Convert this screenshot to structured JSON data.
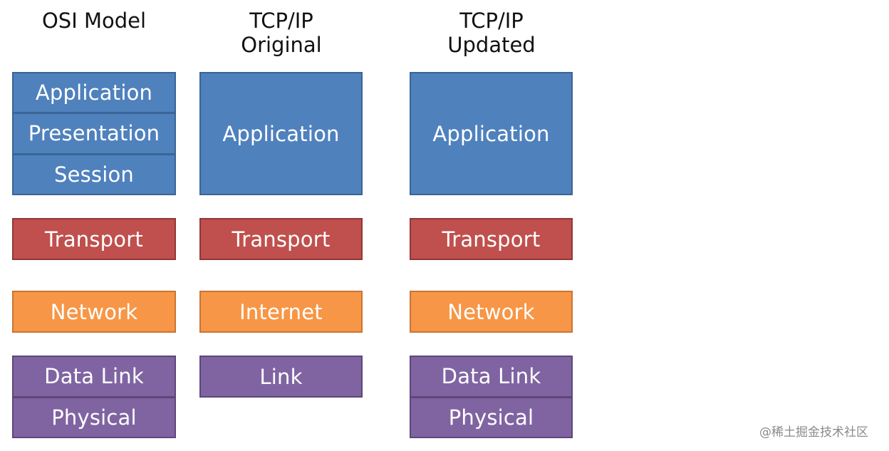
{
  "columns": {
    "osi": {
      "title": "OSI Model",
      "application": "Application",
      "presentation": "Presentation",
      "session": "Session",
      "transport": "Transport",
      "network": "Network",
      "data_link": "Data Link",
      "physical": "Physical"
    },
    "tcpip_original": {
      "title": "TCP/IP\nOriginal",
      "application": "Application",
      "transport": "Transport",
      "internet": "Internet",
      "link": "Link"
    },
    "tcpip_updated": {
      "title": "TCP/IP\nUpdated",
      "application": "Application",
      "transport": "Transport",
      "network": "Network",
      "data_link": "Data Link",
      "physical": "Physical"
    }
  },
  "colors": {
    "application": "#4f81bd",
    "transport": "#c0504d",
    "network": "#f79646",
    "link": "#8064a2"
  },
  "watermark": "@稀土掘金技术社区"
}
